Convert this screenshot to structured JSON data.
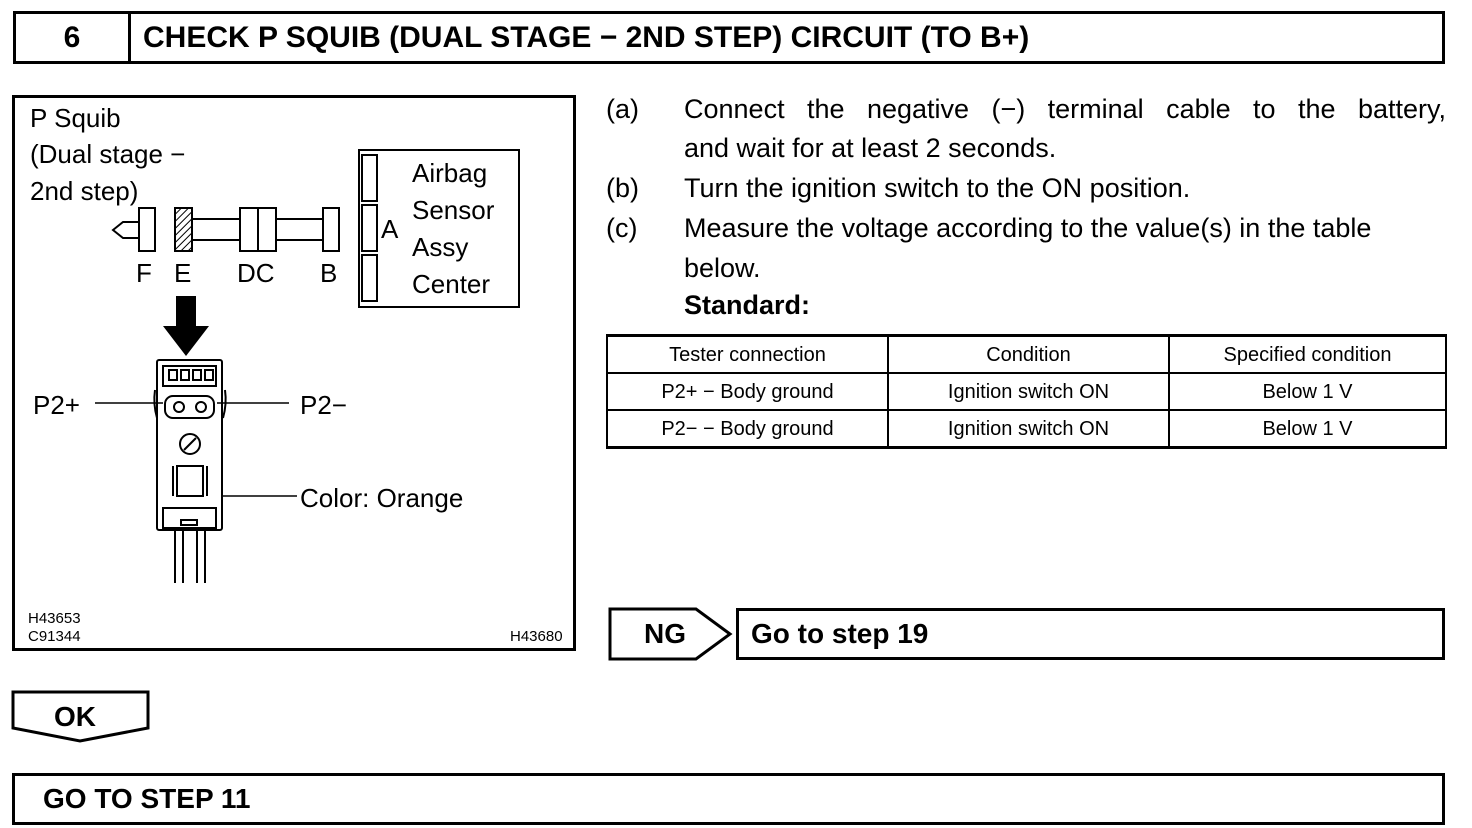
{
  "header": {
    "step_number": "6",
    "title": "CHECK P SQUIB (DUAL STAGE − 2ND STEP) CIRCUIT (TO B+)"
  },
  "diagram": {
    "squib_line1": "P Squib",
    "squib_line2": "(Dual stage −",
    "squib_line3": "2nd step)",
    "connectors": {
      "f": "F",
      "e": "E",
      "dc": "DC",
      "b": "B",
      "a": "A"
    },
    "ecu_line1": "Airbag",
    "ecu_line2": "Sensor",
    "ecu_line3": "Assy",
    "ecu_line4": "Center",
    "pin_p2_plus": "P2+",
    "pin_p2_minus": "P2−",
    "color_label": "Color: Orange",
    "code_1": "H43653",
    "code_2": "C91344",
    "code_3": "H43680"
  },
  "instructions": {
    "a_letter": "(a)",
    "a_line1": "Connect the negative (−) terminal cable to the battery,",
    "a_line2": "and wait for at least 2 seconds.",
    "b_letter": "(b)",
    "b_text": "Turn the ignition switch to the ON position.",
    "c_letter": "(c)",
    "c_line1": "Measure the voltage according to the value(s) in the table",
    "c_line2": "below.",
    "standard_label": "Standard:"
  },
  "table": {
    "headers": [
      "Tester connection",
      "Condition",
      "Specified condition"
    ],
    "rows": [
      [
        "P2+ − Body ground",
        "Ignition switch ON",
        "Below 1 V"
      ],
      [
        "P2− − Body ground",
        "Ignition switch ON",
        "Below 1 V"
      ]
    ]
  },
  "ng": {
    "label": "NG",
    "action": "Go to step 19"
  },
  "ok": {
    "label": "OK"
  },
  "goto": {
    "text": "GO TO STEP 11"
  }
}
